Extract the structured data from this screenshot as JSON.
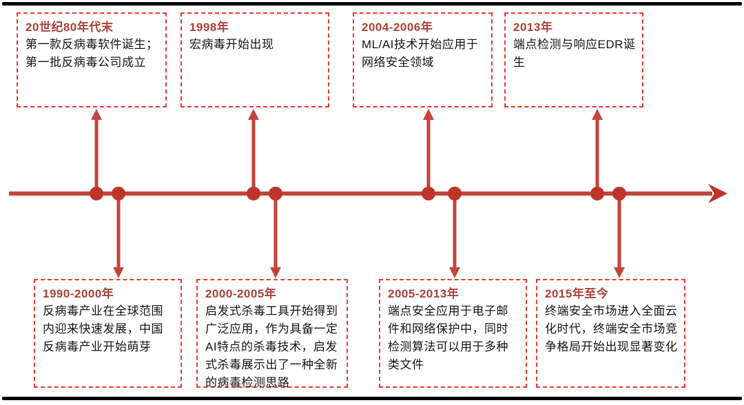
{
  "diagram": {
    "type": "timeline",
    "axis_direction": "left-to-right",
    "events": {
      "top": [
        {
          "period": "20世纪80年代末",
          "description": "第一款反病毒软件诞生；第一批反病毒公司成立"
        },
        {
          "period": "1998年",
          "description": "宏病毒开始出现"
        },
        {
          "period": "2004-2006年",
          "description": "ML/AI技术开始应用于网络安全领域"
        },
        {
          "period": "2013年",
          "description": "端点检测与响应EDR诞生"
        }
      ],
      "bottom": [
        {
          "period": "1990-2000年",
          "description": "反病毒产业在全球范围内迎来快速发展，中国反病毒产业开始萌芽"
        },
        {
          "period": "2000-2005年",
          "description": "启发式杀毒工具开始得到广泛应用，作为具备一定AI特点的杀毒技术，启发式杀毒展示出了一种全新的病毒检测思路"
        },
        {
          "period": "2005-2013年",
          "description": "端点安全应用于电子邮件和网络保护中，同时检测算法可以用于多种类文件"
        },
        {
          "period": "2015年至今",
          "description": "终端安全市场进入全面云化时代，终端安全市场竞争格局开始出现显著变化"
        }
      ]
    }
  },
  "colors": {
    "axis_color": "#c2453d",
    "dot_color": "#bd352a",
    "box_border_color": "#e8382c",
    "heading_color": "#a94138",
    "body_text_color": "#141414",
    "frame_color": "#000000",
    "background": "#ffffff"
  }
}
